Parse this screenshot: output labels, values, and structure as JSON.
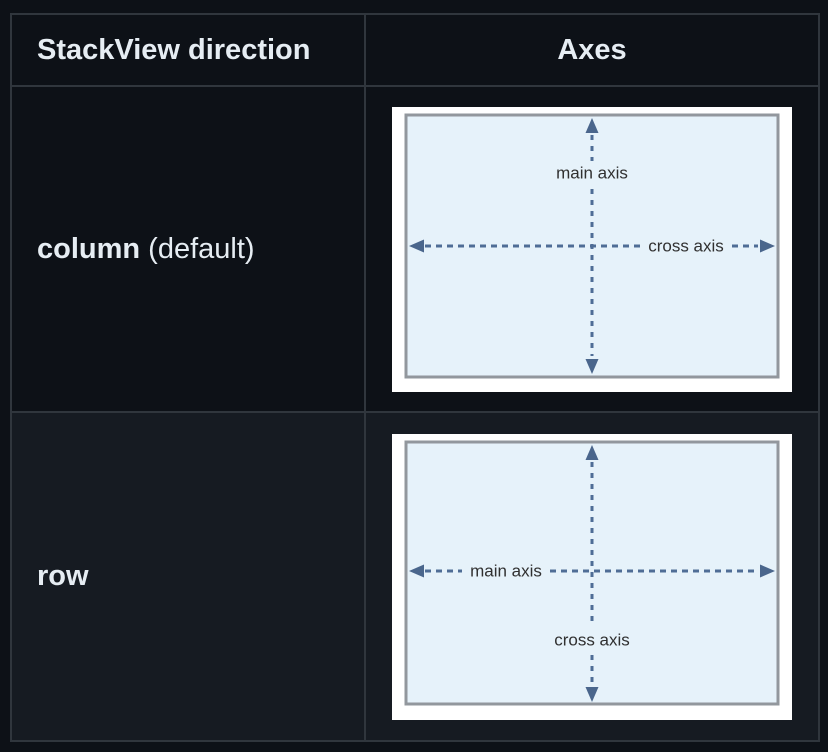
{
  "table": {
    "header": {
      "direction_label": "StackView direction",
      "axes_label": "Axes"
    },
    "rows": [
      {
        "direction_bold": "column",
        "direction_suffix": " (default)"
      },
      {
        "direction_bold": "row",
        "direction_suffix": ""
      }
    ]
  },
  "diagrams": {
    "column": {
      "main_axis_label": "main axis",
      "cross_axis_label": "cross axis",
      "main_axis_orientation": "vertical",
      "cross_axis_orientation": "horizontal"
    },
    "row": {
      "main_axis_label": "main axis",
      "cross_axis_label": "cross axis",
      "main_axis_orientation": "horizontal",
      "cross_axis_orientation": "vertical"
    }
  },
  "colors": {
    "page_background": "#0d1117",
    "row_alt_background": "#161b22",
    "table_border": "#30363d",
    "text": "#e6edf3",
    "diagram_canvas": "#ffffff",
    "diagram_fill": "#e6f2fa",
    "diagram_frame_border": "#92979d",
    "diagram_arrow": "#4f6d96",
    "diagram_label_text": "#303030"
  }
}
